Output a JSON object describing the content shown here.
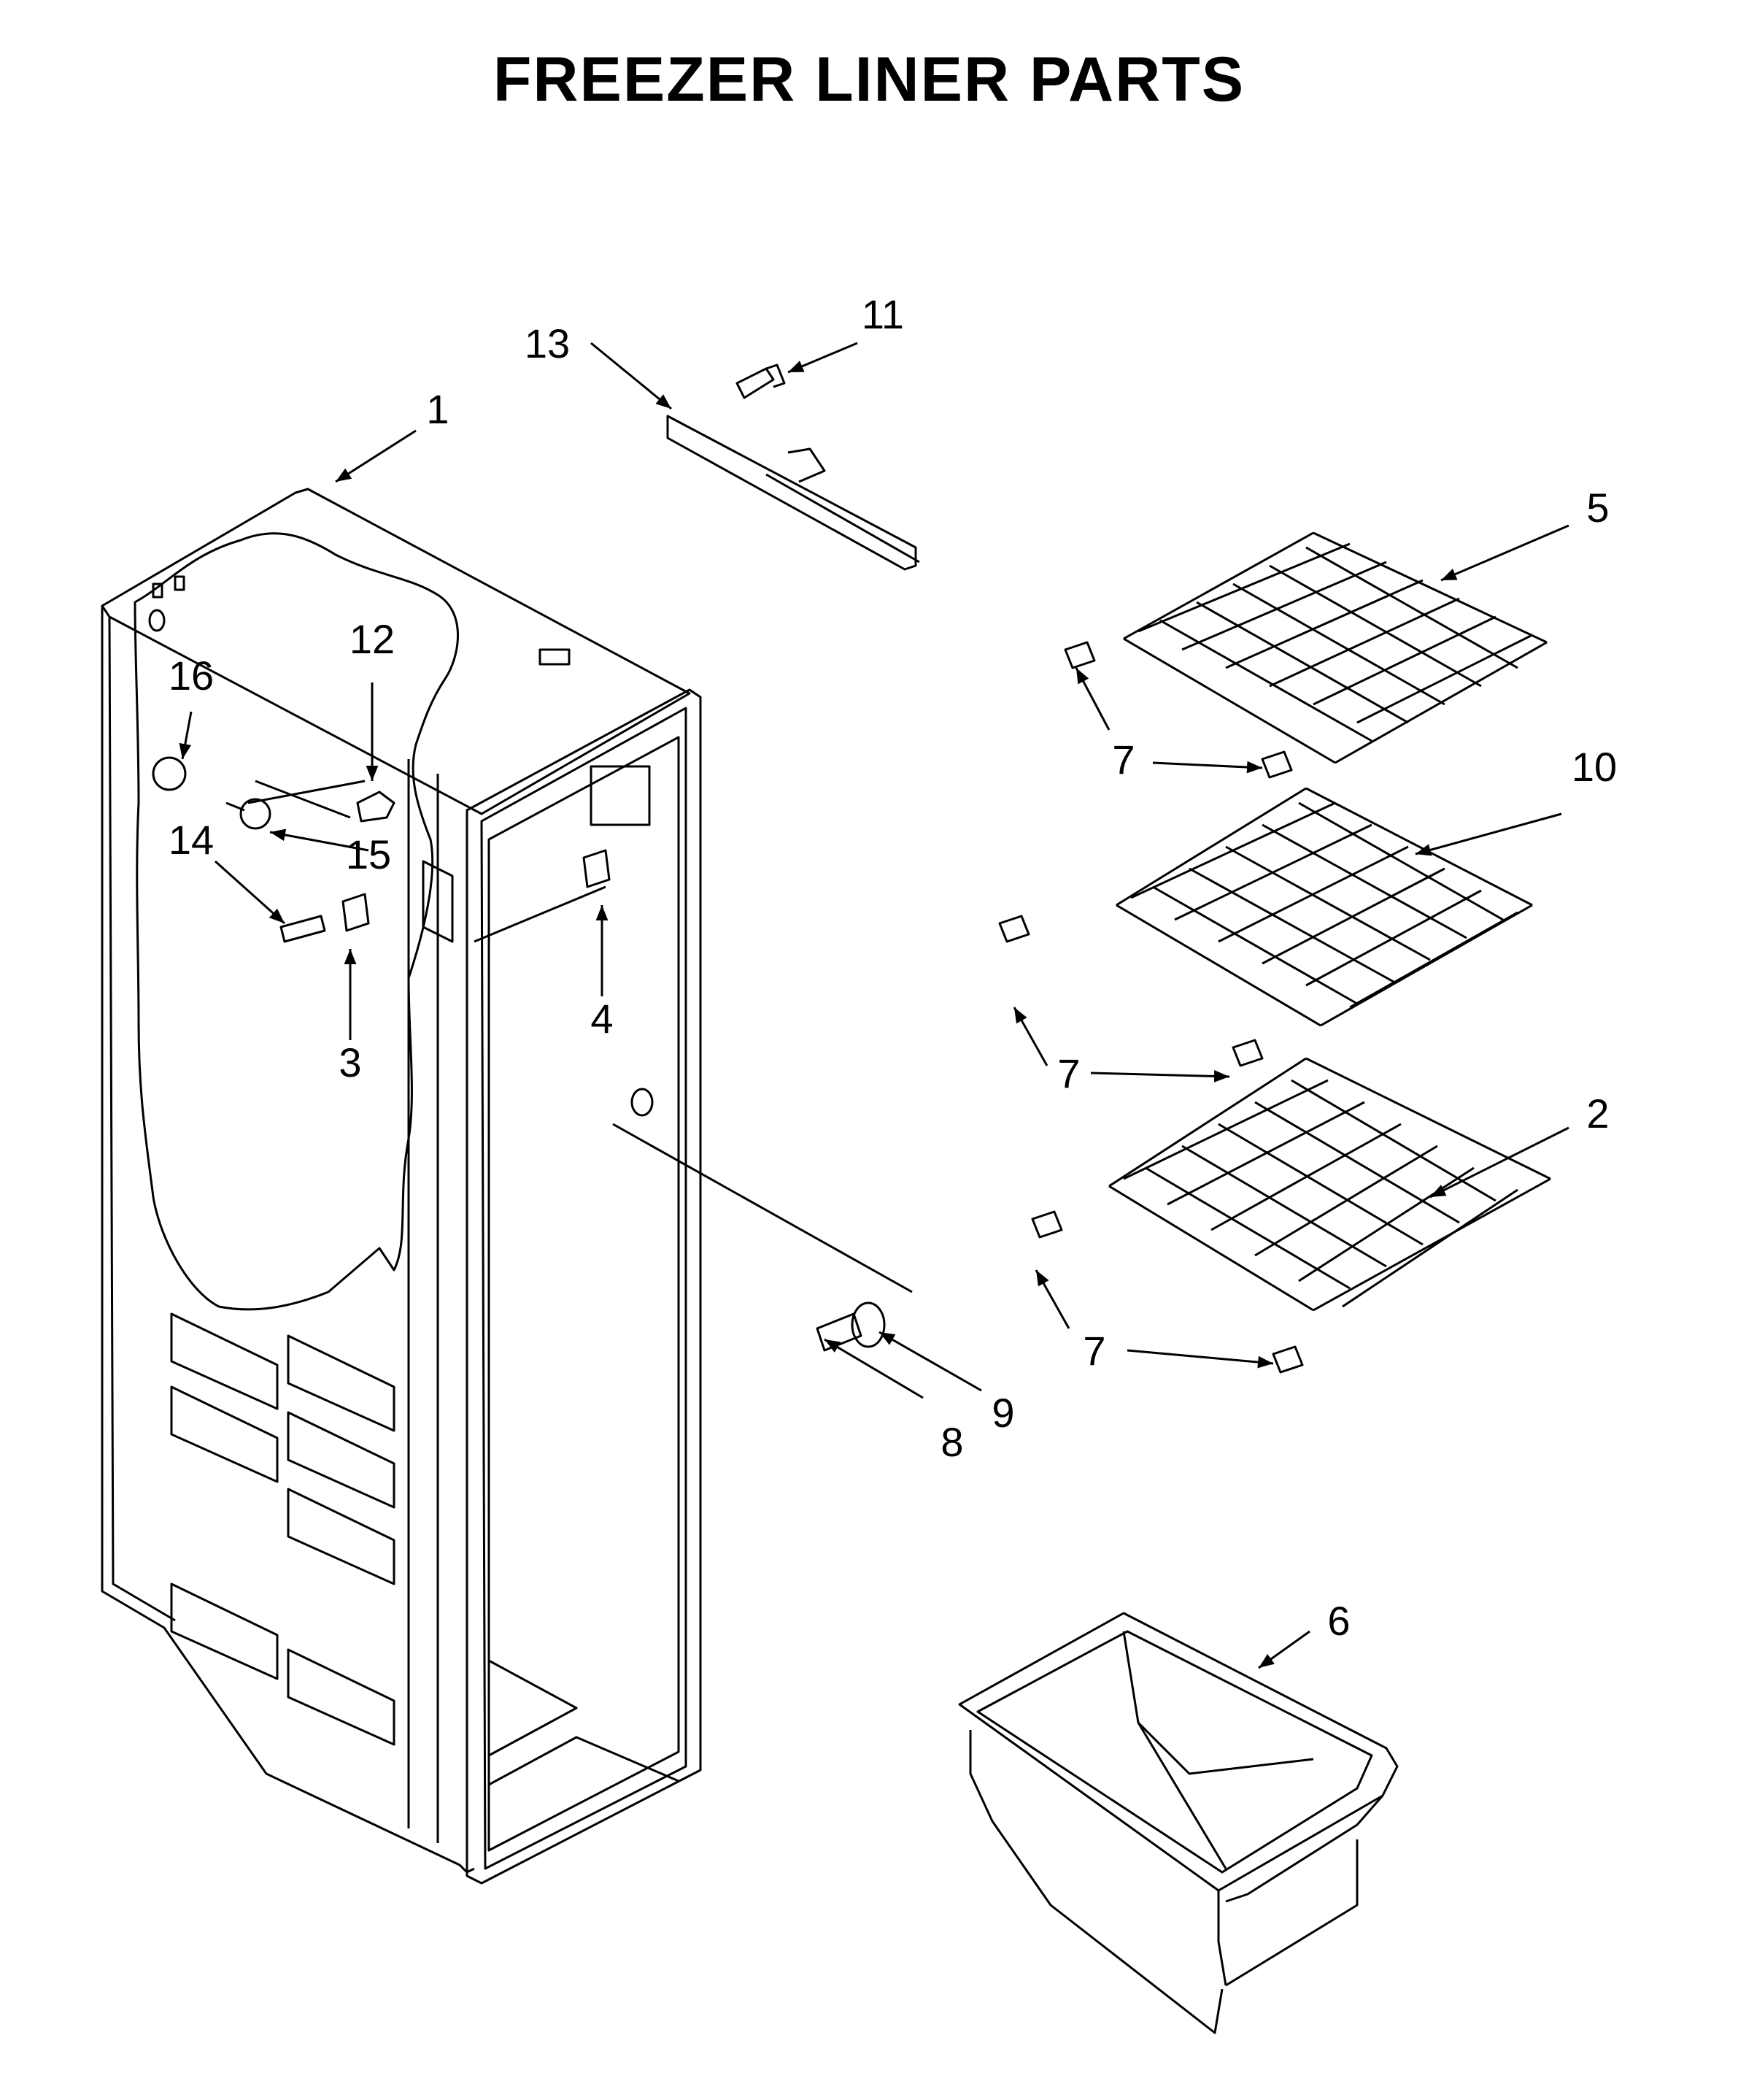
{
  "title": "FREEZER LINER PARTS",
  "callouts": [
    "1",
    "2",
    "3",
    "4",
    "5",
    "6",
    "7",
    "7",
    "7",
    "8",
    "9",
    "10",
    "11",
    "12",
    "13",
    "14",
    "15",
    "16"
  ]
}
